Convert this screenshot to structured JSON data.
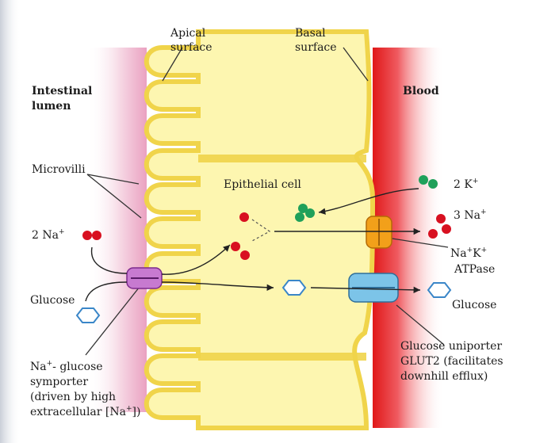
{
  "labels": {
    "apical_line1": "Apical",
    "apical_line2": "surface",
    "basal_line1": "Basal",
    "basal_line2": "surface",
    "lumen_line1": "Intestinal",
    "lumen_line2": "lumen",
    "blood": "Blood",
    "microvilli": "Microvilli",
    "epithelial_cell": "Epithelial cell",
    "na_left_prefix": "2 Na",
    "na_left_sup": "+",
    "glucose_left": "Glucose",
    "k_right_prefix": "2 K",
    "k_right_sup": "+",
    "na_right_prefix": "3 Na",
    "na_right_sup": "+",
    "atpase_line1_a": "Na",
    "atpase_line1_sup1": "+",
    "atpase_line1_b": "K",
    "atpase_line1_sup2": "+",
    "atpase_line2": "ATPase",
    "glucose_right": "Glucose",
    "uniporter_line1": "Glucose uniporter",
    "uniporter_line2": "GLUT2 (facilitates",
    "uniporter_line3": "downhill efflux)",
    "symporter_line1_a": "Na",
    "symporter_line1_sup": "+",
    "symporter_line1_b": "- glucose",
    "symporter_line2": "symporter",
    "symporter_line3": "(driven by high",
    "symporter_line4_a": "extracellular [Na",
    "symporter_line4_sup": "+",
    "symporter_line4_b": "])"
  },
  "colors": {
    "cell_fill": "#fdf6b0",
    "cell_inner": "#fbf08a",
    "membrane": "#f0d44a",
    "lumen_tint": "#d9548e",
    "blood_red": "#e01818",
    "sodium": "#d81020",
    "potassium": "#1fa05a",
    "atpase": "#f2a01a",
    "symporter": "#a23ab0",
    "uniporter": "#7cc4e8",
    "glucose_hex": "#3a86c8"
  }
}
